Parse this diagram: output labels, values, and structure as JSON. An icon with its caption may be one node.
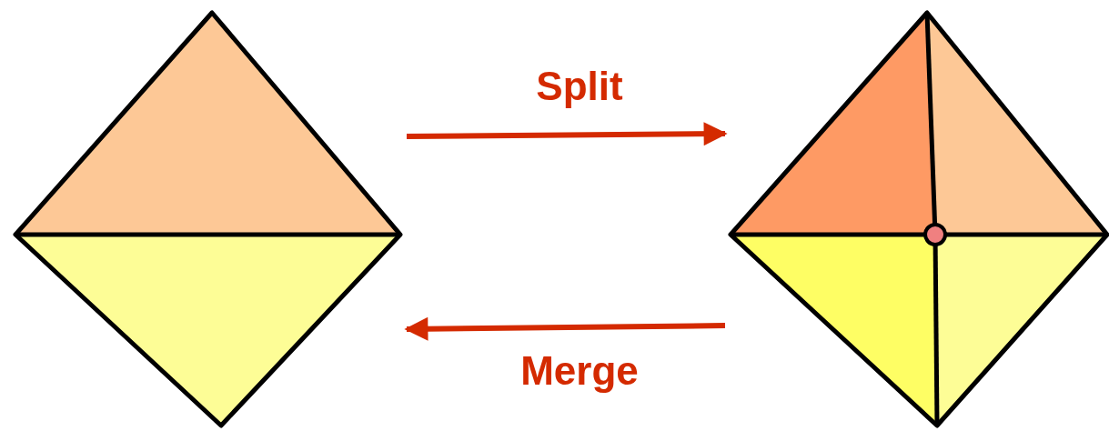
{
  "diagram": {
    "nodes": [
      {
        "text": [],
        "shape": "diamond"
      },
      {
        "text": [],
        "shape": "diamond"
      }
    ],
    "edges": [
      {
        "from": 0,
        "to": 1,
        "arrow": "to",
        "label": "Split"
      },
      {
        "from": 1,
        "to": 0,
        "arrow": "to",
        "label": "Merge"
      }
    ]
  }
}
